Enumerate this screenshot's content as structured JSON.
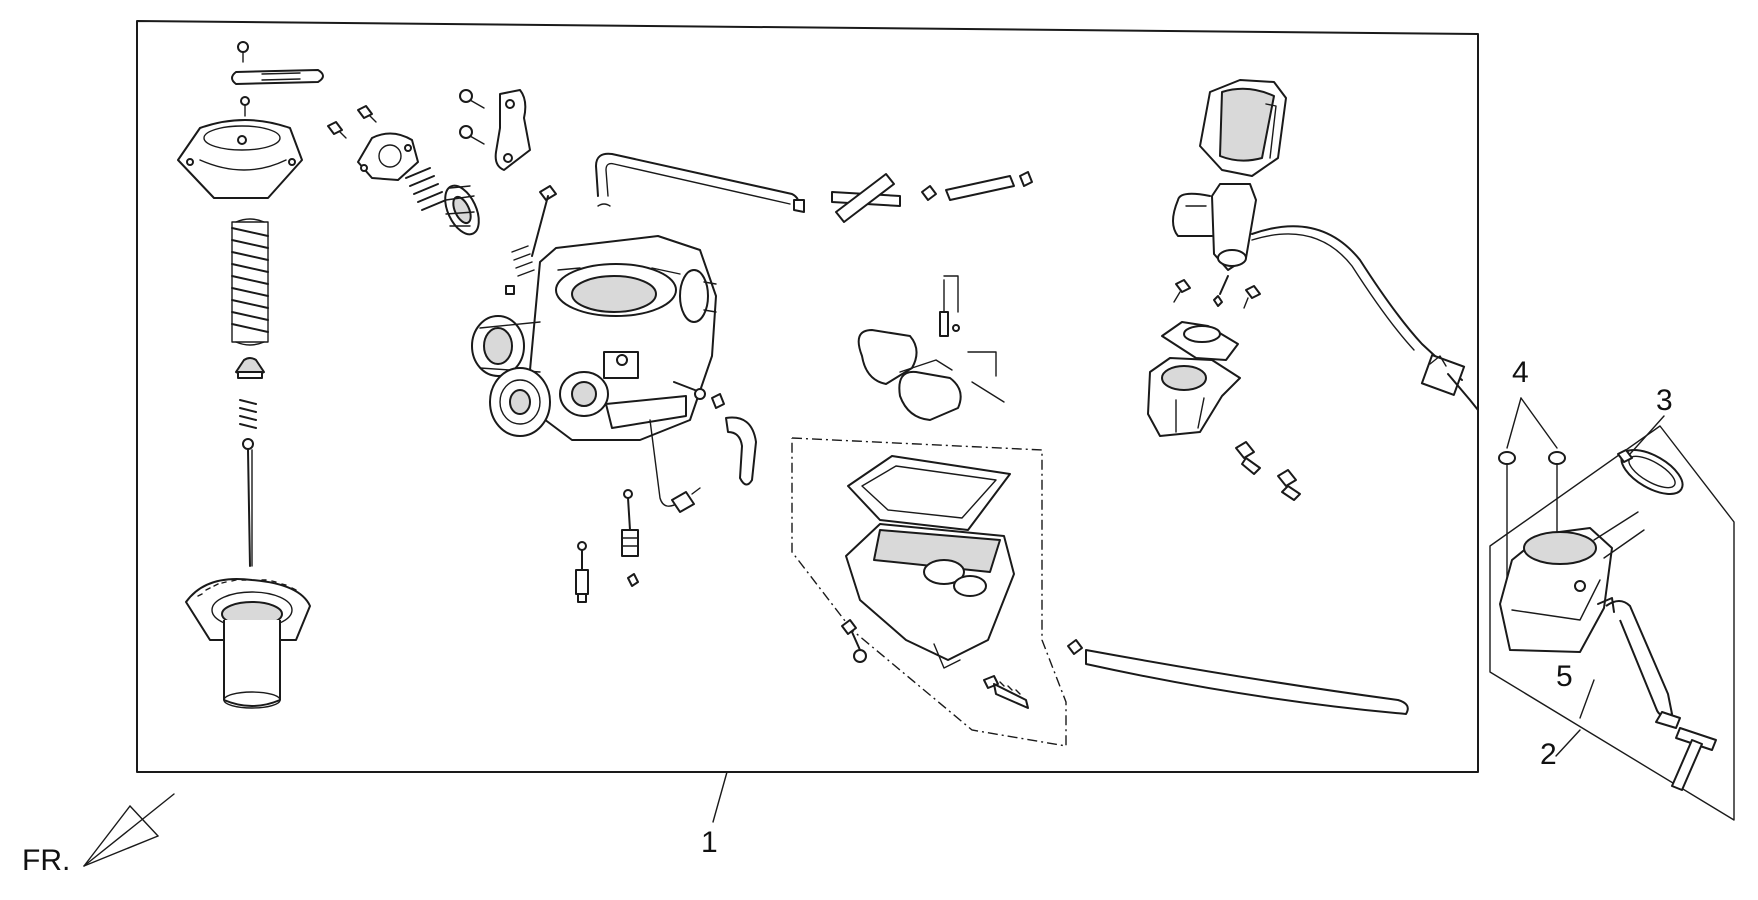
{
  "callouts": {
    "c1": "1",
    "c2": "2",
    "c3": "3",
    "c4": "4",
    "c5": "5"
  },
  "front_marker": "FR.",
  "colors": {
    "line": "#1a1a1a",
    "background": "#ffffff"
  }
}
